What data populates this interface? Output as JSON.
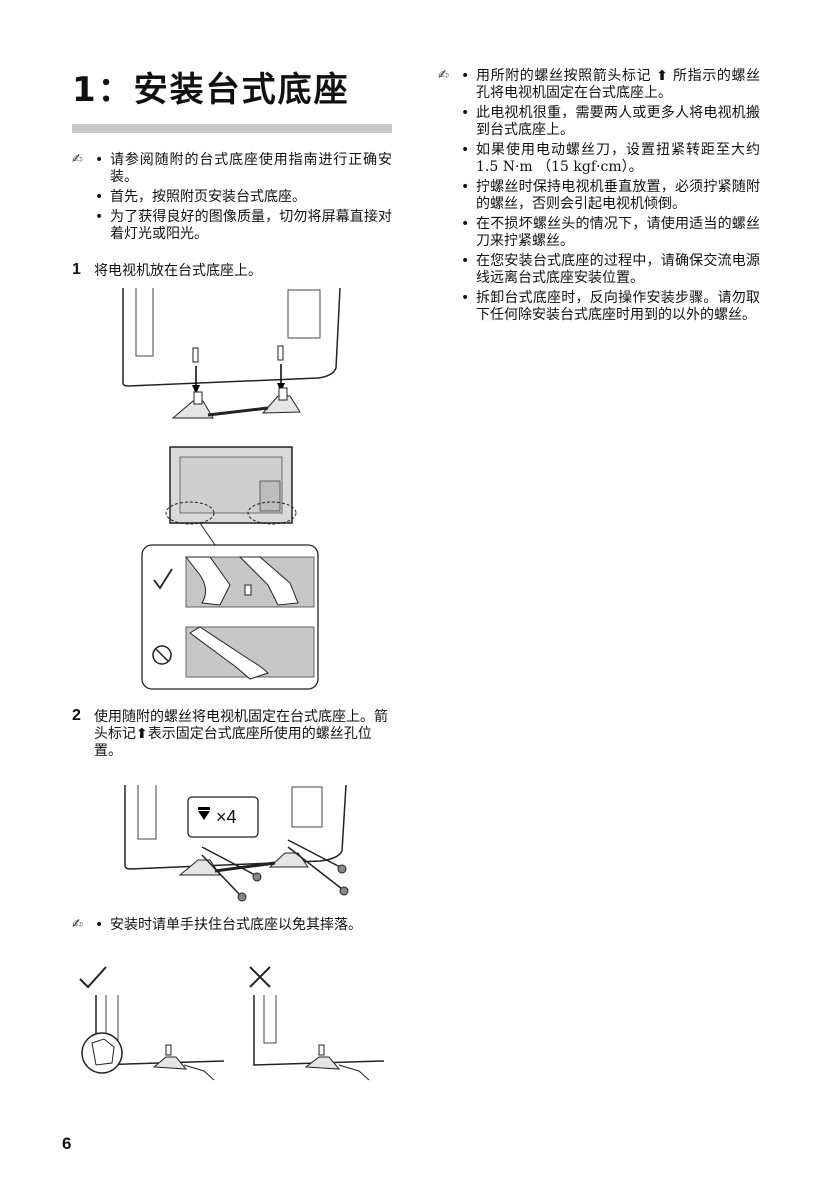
{
  "title": "1：安装台式底座",
  "page_number": "6",
  "left": {
    "notes": [
      "请参阅随附的台式底座使用指南进行正确安装。",
      "首先，按照附页安装台式底座。",
      "为了获得良好的图像质量，切勿将屏幕直接对着灯光或阳光。"
    ],
    "step1": {
      "num": "1",
      "text": "将电视机放在台式底座上。"
    },
    "step2": {
      "num": "2",
      "text_before": "使用随附的螺丝将电视机固定在台式底座上。箭头标记",
      "text_after": "表示固定台式底座所使用的螺丝孔位置。"
    },
    "screw_label": "×4",
    "note2": "安装时请单手扶住台式底座以免其摔落。"
  },
  "right": {
    "notes": [
      "此电视机很重，需要两人或更多人将电视机搬到台式底座上。",
      "如果使用电动螺丝刀，设置扭紧转距至大约1.5 N·m （15 kgf·cm）。",
      "拧螺丝时保持电视机垂直放置，必须拧紧随附的螺丝，否则会引起电视机倾倒。",
      "在不损坏螺丝头的情况下，请使用适当的螺丝刀来拧紧螺丝。",
      "在您安装台式底座的过程中，请确保交流电源线远离台式底座安装位置。",
      "拆卸台式底座时，反向操作安装步骤。请勿取下任何除安装台式底座时用到的以外的螺丝。"
    ],
    "first_note_before": "用所附的螺丝按照箭头标记",
    "first_note_after": "所指示的螺丝孔将电视机固定在台式底座上。"
  }
}
